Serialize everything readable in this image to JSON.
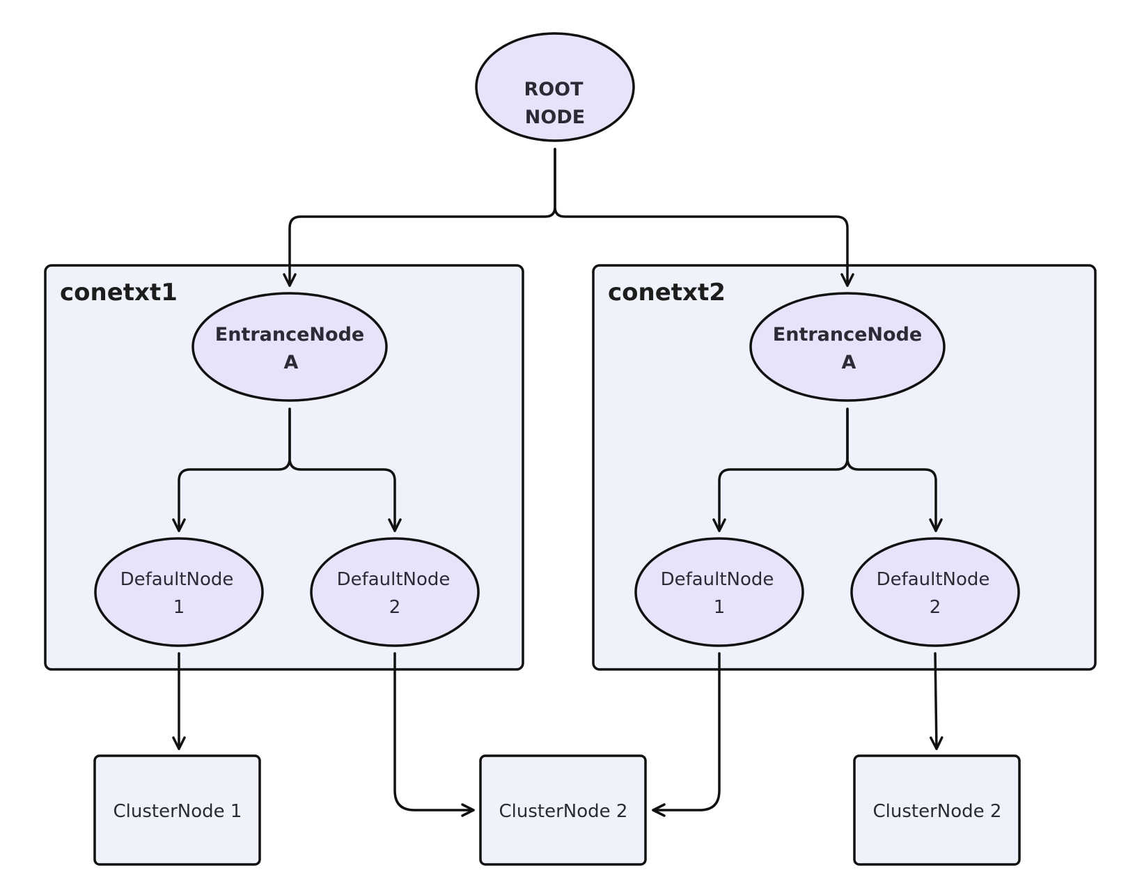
{
  "root": {
    "line1": "ROOT",
    "line2": "NODE"
  },
  "groups": [
    {
      "title": "conetxt1",
      "entrance": {
        "line1": "EntranceNode",
        "line2": "A"
      },
      "defaults": [
        {
          "line1": "DefaultNode",
          "line2": "1"
        },
        {
          "line1": "DefaultNode",
          "line2": "2"
        }
      ]
    },
    {
      "title": "conetxt2",
      "entrance": {
        "line1": "EntranceNode",
        "line2": "A"
      },
      "defaults": [
        {
          "line1": "DefaultNode",
          "line2": "1"
        },
        {
          "line1": "DefaultNode",
          "line2": "2"
        }
      ]
    }
  ],
  "clusters": [
    {
      "label": "ClusterNode 1"
    },
    {
      "label": "ClusterNode 2"
    },
    {
      "label": "ClusterNode 2"
    }
  ],
  "colors": {
    "ellipse_fill": "#e7e3fb",
    "box_fill": "#eff2fb",
    "stroke": "#111111"
  }
}
